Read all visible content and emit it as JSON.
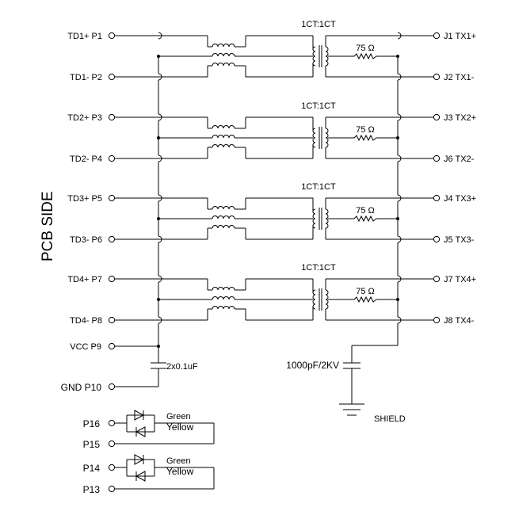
{
  "side_label": "PCB SIDE",
  "ratio_label": "1CT:1CT",
  "resistor_label": "75 Ω",
  "channels": [
    {
      "left_plus": "TD1+ P1",
      "left_minus": "TD1-  P2",
      "right_plus": "J1 TX1+",
      "right_minus": "J2 TX1-"
    },
    {
      "left_plus": "TD2+ P3",
      "left_minus": "TD2-  P4",
      "right_plus": "J3 TX2+",
      "right_minus": "J6 TX2-"
    },
    {
      "left_plus": "TD3+ P5",
      "left_minus": "TD3-  P6",
      "right_plus": "J4 TX3+",
      "right_minus": "J5 TX3-"
    },
    {
      "left_plus": "TD4+ P7",
      "left_minus": "TD4-  P8",
      "right_plus": "J7 TX4+",
      "right_minus": "J8 TX4-"
    }
  ],
  "vcc_label": "VCC P9",
  "gnd_label": "GND P10",
  "cap_label": "2x0.1uF",
  "hv_cap_label": "1000pF/2KV",
  "shield_label": "SHIELD",
  "led_groups": [
    {
      "pin_a": "P16",
      "pin_b": "P15",
      "led1": "Green",
      "led2": "Yellow"
    },
    {
      "pin_a": "P14",
      "pin_b": "P13",
      "led1": "Green",
      "led2": "Yellow"
    }
  ]
}
